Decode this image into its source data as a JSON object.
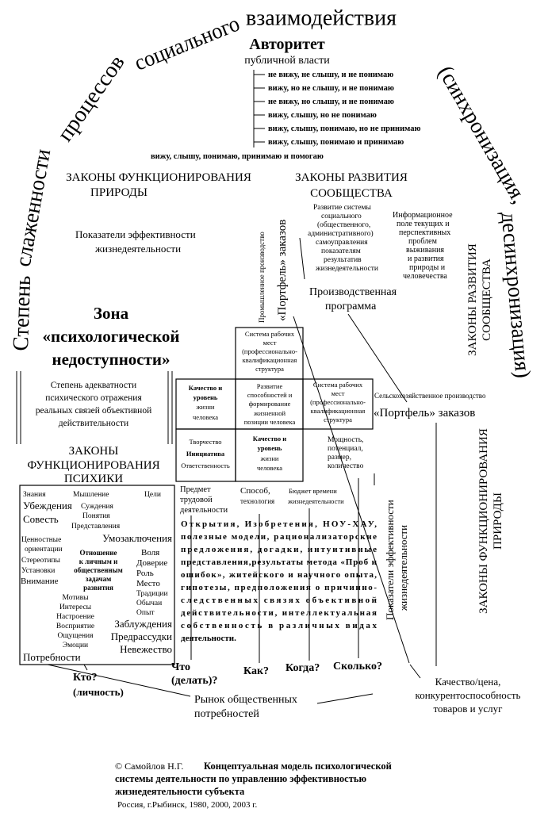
{
  "arc_title": "Степень слаженности процессов социального взаимодействия (синхронизация, десинхронизация)",
  "authority": {
    "title": "Авторитет",
    "subtitle": "публичной власти",
    "levels": [
      "не вижу, не слышу, и не понимаю",
      "вижу, но не слышу, и не понимаю",
      "не вижу, но слышу, и не понимаю",
      "вижу, слышу, но не понимаю",
      "вижу, слышу, понимаю, но не принимаю",
      "вижу, слышу, понимаю и принимаю",
      "вижу, слышу, понимаю, принимаю и помогаю"
    ]
  },
  "laws_nature_top": [
    "ЗАКОНЫ ФУНКЦИОНИРОВАНИЯ",
    "ПРИРОДЫ"
  ],
  "laws_community_top": [
    "ЗАКОНЫ РАЗВИТИЯ",
    "СООБЩЕСТВА"
  ],
  "efficiency_left": [
    "Показатели эффективности",
    "жизнедеятельности"
  ],
  "info_field": [
    "Информационное",
    "поле текущих и",
    "перспективных",
    "проблем",
    "выживания",
    "и развития",
    "природы и",
    "человечества"
  ],
  "social_system": [
    "Развитие системы",
    "социального",
    "(общественного,",
    "административного)",
    "самоуправления",
    "показателям",
    "результатив",
    "жизнедеятельности"
  ],
  "production_program": [
    "Производственная",
    "программа"
  ],
  "industrial": "Промышленное производство",
  "portfolio": "«Портфель» заказов",
  "laws_community_right": [
    "ЗАКОНЫ РАЗВИТИЯ",
    "СООБЩЕСТВА"
  ],
  "zone": [
    "Зона",
    "«психологической",
    "недоступности»"
  ],
  "adequacy": [
    "Степень адекватности",
    "психического отражения",
    "реальных связей объективной",
    "действительности"
  ],
  "laws_psyche": [
    "ЗАКОНЫ",
    "ФУНКЦИОНИРОВАНИЯ",
    "ПСИХИКИ"
  ],
  "grid": {
    "workplaces": [
      "Система рабочих",
      "мест",
      "(профессионально-",
      "квалификационная",
      "структура"
    ],
    "quality": [
      "Качество и",
      "уровень",
      "жизни",
      "человека"
    ],
    "development": [
      "Развитие",
      "способностей и",
      "формирование",
      "жизненной",
      "позиции человека"
    ],
    "creativity": [
      "Творчество",
      "Инициатива",
      "Ответственность"
    ]
  },
  "agri": "Сельскохозяйственное производство",
  "capacity": [
    "Мощность,",
    "потенциал,",
    "размер,",
    "количество"
  ],
  "laws_nature_right": [
    "ЗАКОНЫ ФУНКЦИОНИРОВАНИЯ",
    "ПРИРОДЫ"
  ],
  "efficiency_right": [
    "Показатели эффективности",
    "жизнедеятельности"
  ],
  "subject": [
    "Предмет",
    "трудовой",
    "деятельности"
  ],
  "method": [
    "Способ,",
    "технология"
  ],
  "time_budget": [
    "Бюджет времени",
    "жизнедеятельности"
  ],
  "ideas_text": [
    "Открытия, Изобретения, НОУ-ХАУ,",
    "полезные модели, рационализаторские",
    "предложения, догадки, интуитивные",
    "представления,результаты метода «Проб и",
    "ошибок», житейского и научного опыта,",
    "гипотезы, предположения о причинно-",
    "следственных связях объективной",
    "действительности, интеллектуальная",
    "собственность в различных видах",
    "деятельности."
  ],
  "psyche": {
    "words": [
      "Знания",
      "Мышление",
      "Цели",
      "Суждения",
      "Понятия",
      "Представления",
      "Воля",
      "Доверие",
      "Роль",
      "Место",
      "Традиции",
      "Обычаи",
      "Опыт",
      "Ценностные",
      "ориентации",
      "Стереотипы",
      "Установки",
      "Внимание",
      "Мотивы",
      "Интересы",
      "Настроение",
      "Восприятие",
      "Ощущения",
      "Эмоции"
    ],
    "center": [
      "Отношение",
      "к личным и",
      "общественным",
      "задачам",
      "развития"
    ],
    "diag": [
      "Убеждения",
      "Совесть",
      "Умозаключения",
      "Заблуждения",
      "Предрассудки",
      "Невежество",
      "Потребности"
    ]
  },
  "questions": {
    "who": [
      "Кто?",
      "(личность)"
    ],
    "what": [
      "Что",
      "(делать)?"
    ],
    "how": "Как?",
    "when": "Когда?",
    "how_much": "Сколько?"
  },
  "market": [
    "Рынок общественных",
    "потребностей"
  ],
  "price_quality": [
    "Качество/цена,",
    "конкурентоспособность",
    "товаров и услуг"
  ],
  "footer": {
    "copyright": "© Самойлов Н.Г.",
    "title": [
      "Концептуальная модель психологической",
      "системы деятельности по управлению эффективностью",
      "жизнедеятельности субъекта"
    ],
    "place": "Россия, г.Рыбинск, 1980, 2000, 2003 г."
  }
}
